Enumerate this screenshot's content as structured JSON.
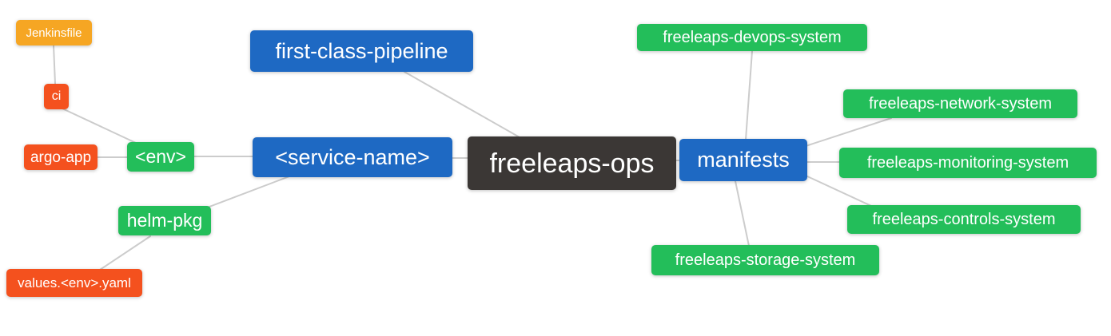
{
  "diagram_type": "mindmap",
  "root": "freeleaps-ops",
  "colors": {
    "root_bg": "#3b3735",
    "branch_blue": "#1e69c3",
    "leaf_green": "#23be5a",
    "leaf_red_orange": "#f4511e",
    "leaf_orange": "#f6a623",
    "edge": "#cccccc",
    "node_text": "#ffffff",
    "background": "#ffffff"
  },
  "nodes": [
    {
      "id": "freeleaps-ops",
      "label": "freeleaps-ops",
      "role": "root",
      "color": "#3b3735"
    },
    {
      "id": "first-class-pipeline",
      "label": "first-class-pipeline",
      "role": "branch",
      "color": "#1e69c3"
    },
    {
      "id": "service-name",
      "label": "<service-name>",
      "role": "branch",
      "color": "#1e69c3"
    },
    {
      "id": "env",
      "label": "<env>",
      "role": "sub-branch",
      "color": "#23be5a"
    },
    {
      "id": "argo-app",
      "label": "argo-app",
      "role": "leaf",
      "color": "#f4511e"
    },
    {
      "id": "ci",
      "label": "ci",
      "role": "leaf",
      "color": "#f4511e"
    },
    {
      "id": "jenkinsfile",
      "label": "Jenkinsfile",
      "role": "leaf",
      "color": "#f6a623"
    },
    {
      "id": "helm-pkg",
      "label": "helm-pkg",
      "role": "sub-branch",
      "color": "#23be5a"
    },
    {
      "id": "values-env-yaml",
      "label": "values.<env>.yaml",
      "role": "leaf",
      "color": "#f4511e"
    },
    {
      "id": "manifests",
      "label": "manifests",
      "role": "branch",
      "color": "#1e69c3"
    },
    {
      "id": "freeleaps-devops-system",
      "label": "freeleaps-devops-system",
      "role": "leaf",
      "color": "#23be5a"
    },
    {
      "id": "freeleaps-network-system",
      "label": "freeleaps-network-system",
      "role": "leaf",
      "color": "#23be5a"
    },
    {
      "id": "freeleaps-monitoring-system",
      "label": "freeleaps-monitoring-system",
      "role": "leaf",
      "color": "#23be5a"
    },
    {
      "id": "freeleaps-controls-system",
      "label": "freeleaps-controls-system",
      "role": "leaf",
      "color": "#23be5a"
    },
    {
      "id": "freeleaps-storage-system",
      "label": "freeleaps-storage-system",
      "role": "leaf",
      "color": "#23be5a"
    }
  ],
  "edges": [
    {
      "from": "jenkinsfile",
      "to": "ci"
    },
    {
      "from": "ci",
      "to": "env"
    },
    {
      "from": "argo-app",
      "to": "env"
    },
    {
      "from": "env",
      "to": "service-name"
    },
    {
      "from": "helm-pkg",
      "to": "service-name"
    },
    {
      "from": "values-env-yaml",
      "to": "helm-pkg"
    },
    {
      "from": "service-name",
      "to": "freeleaps-ops"
    },
    {
      "from": "first-class-pipeline",
      "to": "freeleaps-ops"
    },
    {
      "from": "freeleaps-ops",
      "to": "manifests"
    },
    {
      "from": "manifests",
      "to": "freeleaps-devops-system"
    },
    {
      "from": "manifests",
      "to": "freeleaps-network-system"
    },
    {
      "from": "manifests",
      "to": "freeleaps-monitoring-system"
    },
    {
      "from": "manifests",
      "to": "freeleaps-controls-system"
    },
    {
      "from": "manifests",
      "to": "freeleaps-storage-system"
    }
  ]
}
